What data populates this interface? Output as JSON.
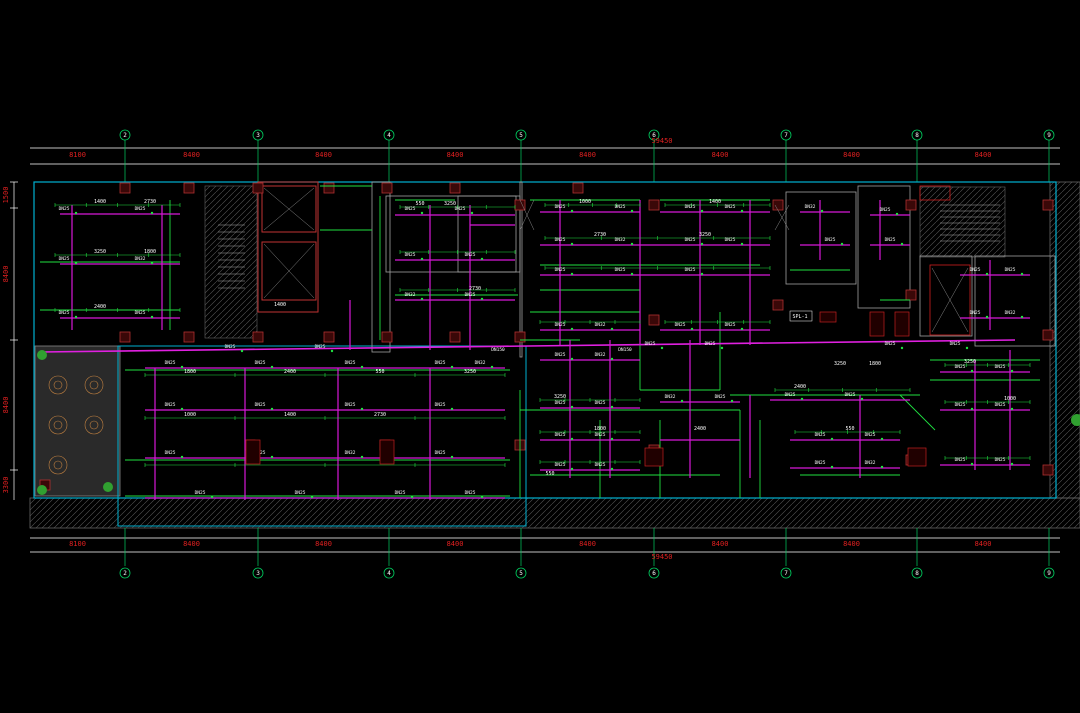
{
  "drawing": {
    "grid_bubbles": [
      "2",
      "3",
      "4",
      "5",
      "6",
      "7",
      "8",
      "9"
    ],
    "top_dims": [
      "8100",
      "8400",
      "8400",
      "8400",
      "8400",
      "8400",
      "8400",
      "8400"
    ],
    "top_total": "59450",
    "bottom_dims": [
      "8100",
      "8400",
      "8400",
      "8400",
      "8400",
      "8400",
      "8400",
      "8400"
    ],
    "bottom_total": "59450",
    "left_dims": [
      "1500",
      "8400",
      "8400",
      "3300"
    ],
    "pipe_label": "DN25",
    "pipe_label_alt": "DN32",
    "pipe_label_main": "DN150",
    "room_label": "SPL-1",
    "dim_samples": [
      "1400",
      "2730",
      "3250",
      "1800",
      "2400",
      "550",
      "3250",
      "1000"
    ]
  }
}
